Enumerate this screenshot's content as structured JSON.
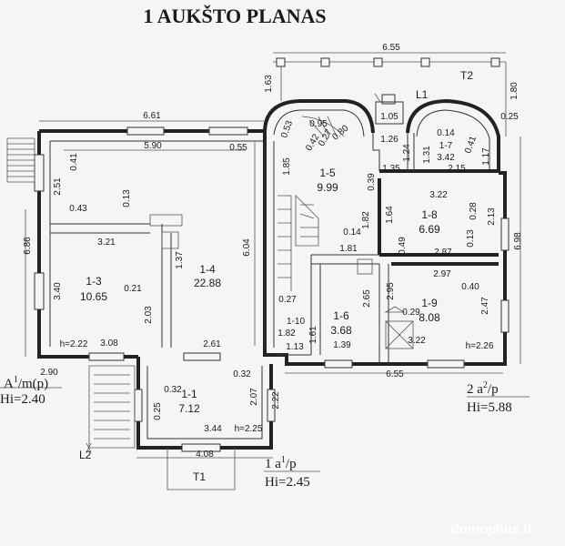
{
  "title": "1 AUKŠTO PLANAS",
  "rooms": [
    {
      "id": "1-1",
      "area": "7.12"
    },
    {
      "id": "1-3",
      "area": "10.65"
    },
    {
      "id": "1-4",
      "area": "22.88"
    },
    {
      "id": "1-5",
      "area": "9.99"
    },
    {
      "id": "1-6",
      "area": "3.68"
    },
    {
      "id": "1-7",
      "area": "3.42"
    },
    {
      "id": "1-8",
      "area": "6.69"
    },
    {
      "id": "1-9",
      "area": "8.08"
    },
    {
      "id": "1-10",
      "area": ""
    }
  ],
  "dimensions": {
    "top_655": "6.55",
    "left_661": "6.61",
    "d_163": "1.63",
    "d_180": "1.80",
    "d_025a": "0.25",
    "d_105": "1.05",
    "d_126": "1.26",
    "d_135": "1.35",
    "d_124": "1.24",
    "d_131": "1.31",
    "d_215": "2.15",
    "d_117": "1.17",
    "d_041a": "0.41",
    "d_014a": "0.14",
    "d_095": "0.95",
    "d_053": "0.53",
    "d_042": "0.42",
    "d_027a": "0.27",
    "d_080": "0.80",
    "d_590": "5.90",
    "d_055": "0.55",
    "d_185": "1.85",
    "d_039": "0.39",
    "d_251": "2.51",
    "d_041b": "0.41",
    "d_043": "0.43",
    "d_013a": "0.13",
    "d_686": "6.86",
    "d_321": "3.21",
    "d_137": "1.37",
    "d_604": "6.04",
    "d_340": "3.40",
    "d_021": "0.21",
    "d_203": "2.03",
    "d_322a": "3.22",
    "d_164": "1.64",
    "d_028": "0.28",
    "d_213": "2.13",
    "d_182": "1.82",
    "d_014b": "0.14",
    "d_181": "1.81",
    "d_049": "0.49",
    "d_013b": "0.13",
    "d_287": "2.87",
    "d_698": "6.98",
    "d_297": "2.97",
    "d_040": "0.40",
    "d_265": "2.65",
    "d_295": "2.95",
    "d_029": "0.29",
    "d_247": "2.47",
    "d_027b": "0.27",
    "d_182b": "1.82",
    "d_161": "1.61",
    "d_113": "1.13",
    "d_139": "1.39",
    "d_322b": "3.22",
    "d_308": "3.08",
    "d_261": "2.61",
    "d_290": "2.90",
    "d_032a": "0.32",
    "d_032b": "0.32",
    "d_207": "2.07",
    "d_222": "2.22",
    "d_025b": "0.25",
    "d_344": "3.44",
    "d_655b": "6.55",
    "d_408": "4.08"
  },
  "heights": {
    "h13": "h=2.22",
    "h19": "h=2.26",
    "h11": "h=2.25"
  },
  "labels": {
    "L1": "L1",
    "L2": "L2",
    "T1": "T1",
    "T2": "T2"
  },
  "levels": [
    {
      "name": "A",
      "sup": "1",
      "rest": "/m(p)",
      "hi": "Hi=2.40"
    },
    {
      "name": "2 a",
      "sup": "2",
      "rest": "/p",
      "hi": "Hi=5.88"
    },
    {
      "name": "1 a",
      "sup": "1",
      "rest": "/p",
      "hi": "Hi=2.45"
    }
  ],
  "watermark": "domoplius.lt",
  "colors": {
    "background": "#f4f5f7",
    "ink": "#1b1b1b",
    "wall": "#222222"
  }
}
